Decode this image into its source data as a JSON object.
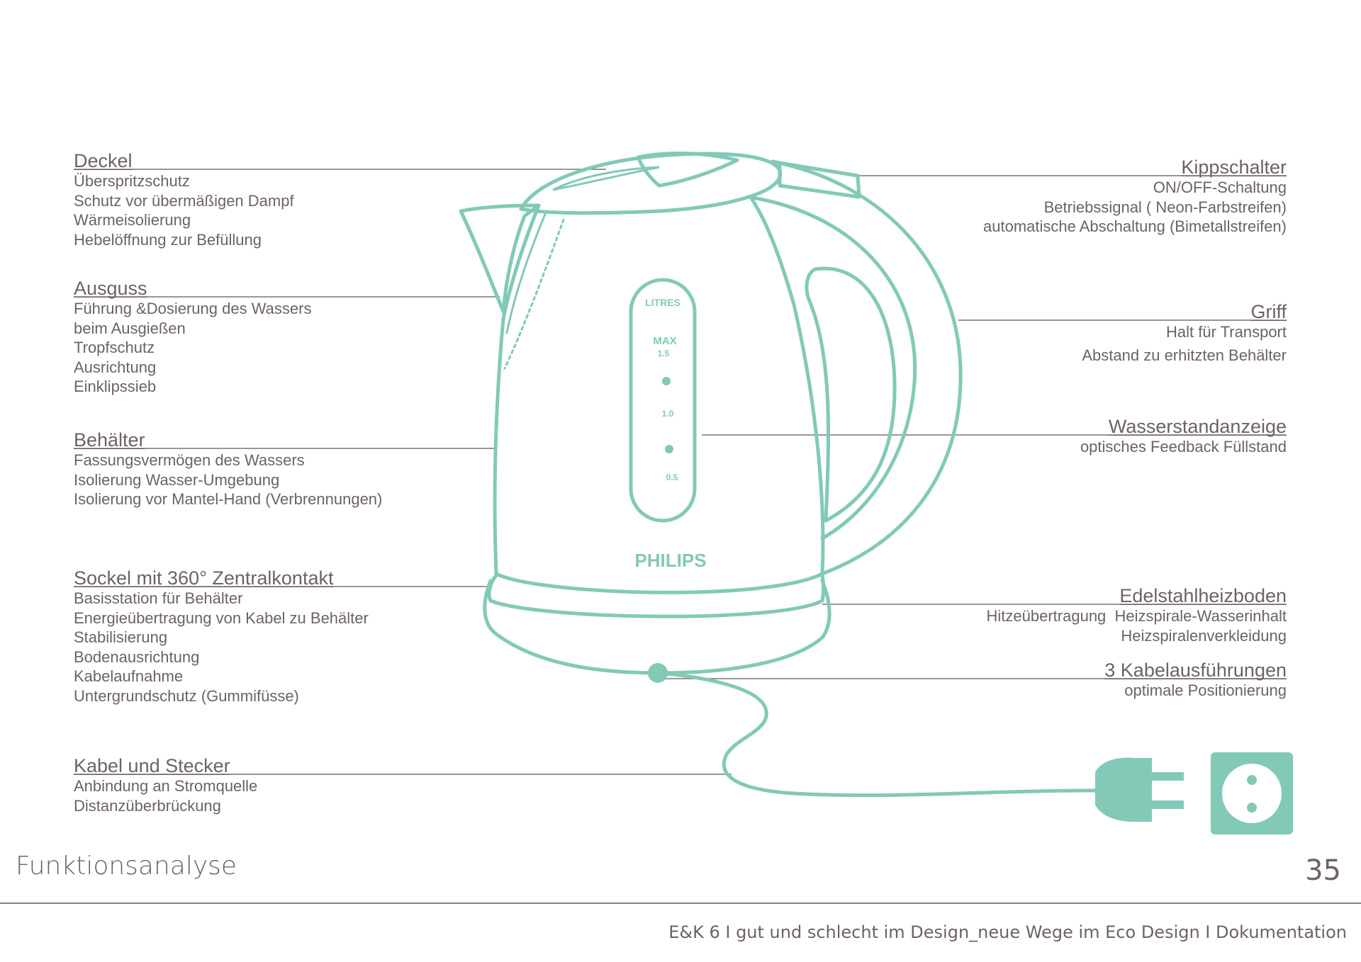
{
  "labels_left": [
    {
      "id": "deckel",
      "title": "Deckel",
      "lines": [
        "Überspritzschutz",
        "Schutz vor übermäßigen Dampf",
        "Wärmeisolierung",
        "Hebelöffnung zur Befüllung"
      ]
    },
    {
      "id": "ausguss",
      "title": "Ausguss",
      "lines": [
        "Führung &Dosierung des Wassers",
        "beim Ausgießen",
        "Tropfschutz",
        "Ausrichtung",
        "Einklipssieb"
      ]
    },
    {
      "id": "behaelter",
      "title": "Behälter",
      "lines": [
        "Fassungsvermögen des Wassers",
        "Isolierung Wasser-Umgebung",
        "Isolierung vor Mantel-Hand (Verbrennungen)"
      ]
    },
    {
      "id": "sockel",
      "title": "Sockel mit 360° Zentralkontakt",
      "lines": [
        "Basisstation für Behälter",
        "Energieübertragung von Kabel zu Behälter",
        "Stabilisierung",
        "Bodenausrichtung",
        "Kabelaufnahme",
        "Untergrundschutz (Gummifüsse)"
      ]
    },
    {
      "id": "kabel",
      "title": "Kabel und Stecker",
      "lines": [
        "Anbindung an Stromquelle",
        "Distanzüberbrückung"
      ]
    }
  ],
  "labels_right": [
    {
      "id": "kippschalter",
      "title": "Kippschalter",
      "lines": [
        "ON/OFF-Schaltung",
        "Betriebssignal ( Neon-Farbstreifen)",
        "automatische Abschaltung (Bimetallstreifen)"
      ]
    },
    {
      "id": "griff",
      "title": "Griff",
      "lines": [
        "Halt für Transport",
        "Abstand zu erhitzten Behälter"
      ]
    },
    {
      "id": "wasserstand",
      "title": "Wasserstandanzeige",
      "lines": [
        "optisches Feedback Füllstand"
      ]
    },
    {
      "id": "heizboden",
      "title": "Edelstahlheizboden",
      "lines": [
        "Hitzeübertragung  Heizspirale-Wasserinhalt",
        "Heizspiralenverkleidung"
      ]
    },
    {
      "id": "kabelausfuehrungen",
      "title": "3 Kabelausführungen",
      "lines": [
        "optimale Positionierung"
      ]
    }
  ],
  "kettle": {
    "brand": "PHILIPS",
    "gauge_top": "LITRES",
    "gauge_max": "MAX",
    "gauge_max_value": "1.5",
    "gauge_mid": "1.0",
    "gauge_low": "0.5"
  },
  "colors": {
    "accent": "#82c9b8",
    "text": "#6e6262",
    "rule": "#8a8080"
  },
  "footer": {
    "title": "Funktionsanalyse",
    "page_number": "35",
    "credit": "E&K 6 I gut und schlecht im Design_neue Wege im Eco Design I Dokumentation"
  }
}
